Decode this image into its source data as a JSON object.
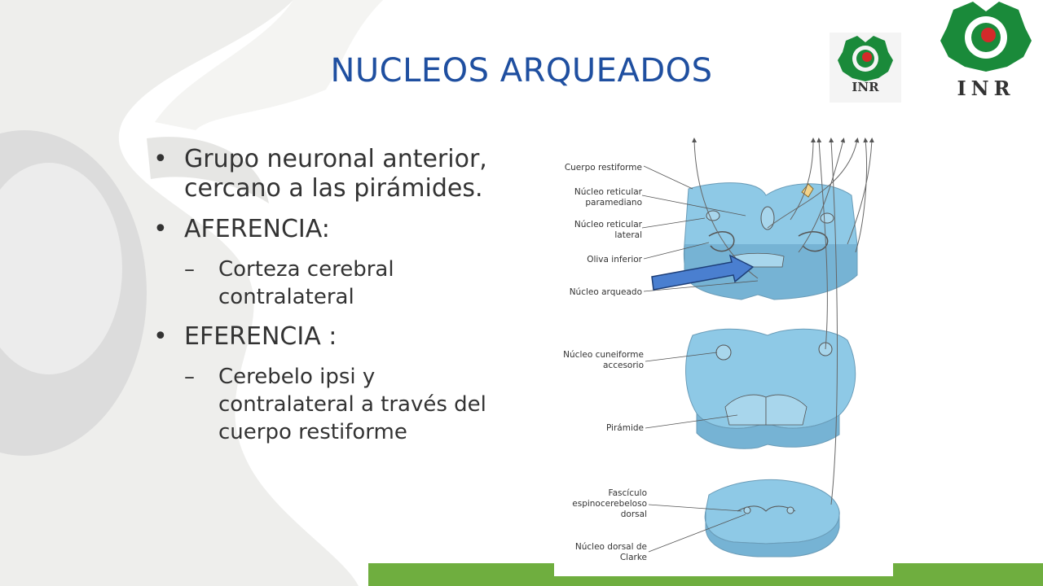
{
  "title": "NUCLEOS ARQUEADOS",
  "logos": [
    {
      "text": "INR",
      "colors": {
        "green": "#1a8a3a",
        "red": "#d42a2a"
      }
    },
    {
      "text": "INR",
      "colors": {
        "green": "#1a8a3a",
        "red": "#d42a2a"
      }
    }
  ],
  "bullets": [
    {
      "level": 1,
      "text": "Grupo neuronal anterior, cercano a las pirámides."
    },
    {
      "level": 1,
      "text": "AFERENCIA:"
    },
    {
      "level": 2,
      "text": "Corteza cerebral contralateral"
    },
    {
      "level": 1,
      "text": "EFERENCIA :"
    },
    {
      "level": 2,
      "text": "Cerebelo ipsi y contralateral a través del cuerpo restiforme"
    }
  ],
  "figure": {
    "labels": {
      "cuerpo_restiforme": "Cuerpo restiforme",
      "nucleo_reticular_paramediano": "Núcleo reticular paramediano",
      "nucleo_reticular_lateral": "Núcleo reticular lateral",
      "oliva_inferior": "Oliva inferior",
      "nucleo_arqueado": "Núcleo arqueado",
      "nucleo_cuneiforme_accesorio": "Núcleo cuneiforme accesorio",
      "piramide": "Pirámide",
      "fasciculo_espinocerebeloso_dorsal": "Fascículo espinocerebeloso dorsal",
      "nucleo_dorsal_clarke": "Núcleo dorsal de Clarke"
    }
  },
  "colors": {
    "title": "#1f4fa0",
    "accent_bar": "#6fae3f",
    "tissue": "#8ec9e6",
    "arrow": "#4a7fd0"
  }
}
